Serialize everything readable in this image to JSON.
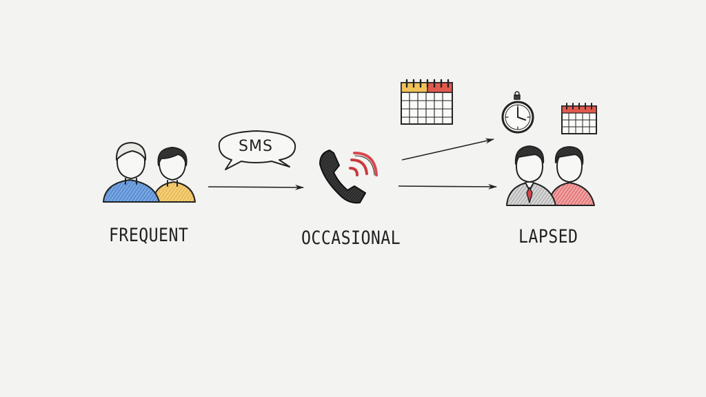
{
  "stages": {
    "frequent": {
      "label": "FREQUENT"
    },
    "occasional": {
      "label": "OCCASIONAL"
    },
    "lapsed": {
      "label": "LAPSED"
    }
  },
  "bubble": {
    "text": "SMS"
  },
  "icons": {
    "frequent_group": "two-people-icon",
    "sms_bubble": "speech-bubble-icon",
    "phone": "ringing-phone-icon",
    "calendar_top": "calendar-icon",
    "stopwatch": "stopwatch-icon",
    "calendar_small": "calendar-icon",
    "lapsed_group": "two-people-icon"
  },
  "colors": {
    "ink": "#222222",
    "blue": "#2f6fc4",
    "yellow": "#e9b13a",
    "red": "#d8474c",
    "background": "#f3f3f2"
  }
}
